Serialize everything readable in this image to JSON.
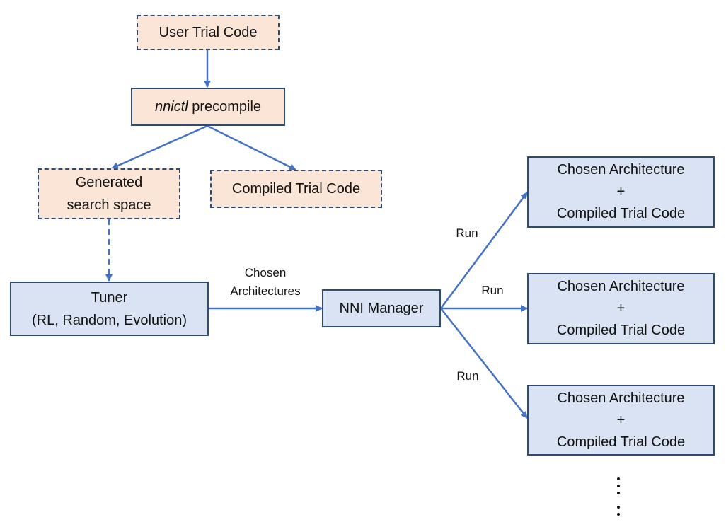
{
  "nodes": {
    "user_trial_code": "User Trial Code",
    "precompile_cmd": "nnictl",
    "precompile_rest": " precompile",
    "generated_line1": "Generated",
    "generated_line2": "search space",
    "compiled_trial_code": "Compiled Trial Code",
    "tuner_line1": "Tuner",
    "tuner_line2": "(RL, Random, Evolution)",
    "nni_manager": "NNI Manager",
    "trials": [
      {
        "line1": "Chosen Architecture",
        "line2": "+",
        "line3": "Compiled Trial Code"
      },
      {
        "line1": "Chosen Architecture",
        "line2": "+",
        "line3": "Compiled Trial Code"
      },
      {
        "line1": "Chosen Architecture",
        "line2": "+",
        "line3": "Compiled Trial Code"
      }
    ]
  },
  "edge_labels": {
    "chosen_line1": "Chosen",
    "chosen_line2": "Architectures",
    "run_top": "Run",
    "run_middle": "Run",
    "run_bottom": "Run"
  },
  "colors": {
    "arrow": "#4472c4",
    "orange_fill": "#fbe5d6",
    "blue_fill": "#dae3f3",
    "border": "#2f4a73"
  }
}
